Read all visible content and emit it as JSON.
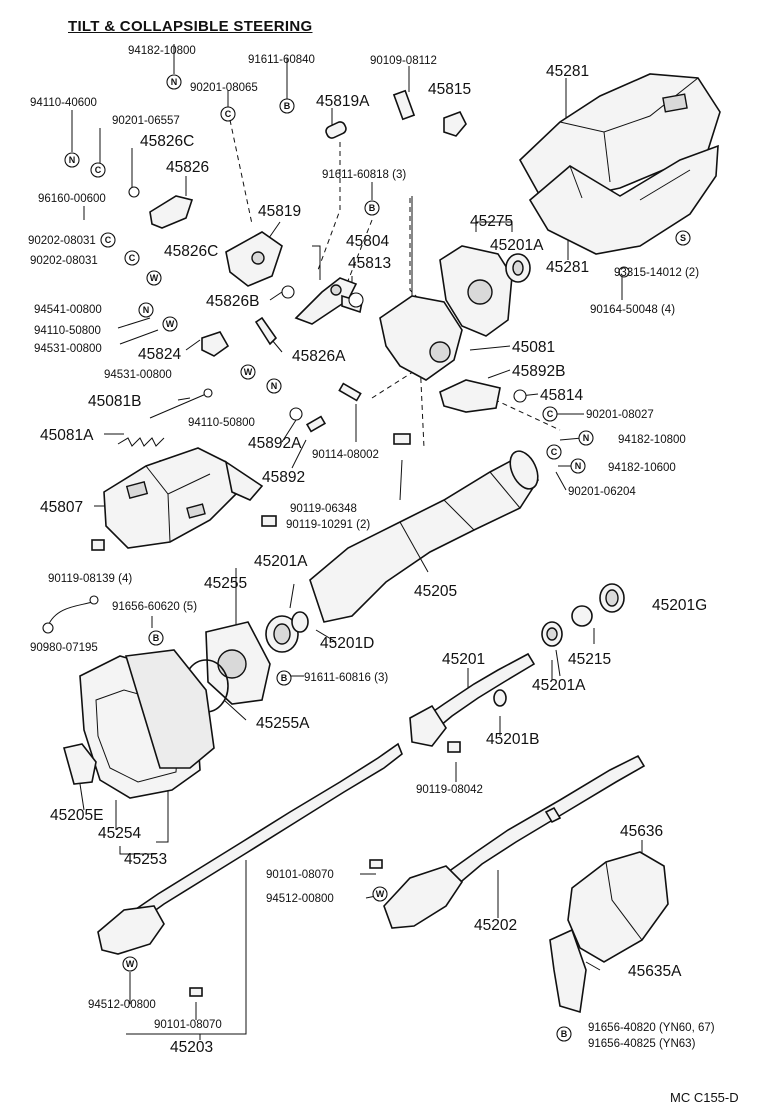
{
  "title": "TILT & COLLAPSIBLE STEERING",
  "footer": "MC C155-D",
  "labels": {
    "p94182_10800_a": "94182-10800",
    "p91611_60840": "91611-60840",
    "p90109_08112": "90109-08112",
    "p45815": "45815",
    "p45281_top": "45281",
    "p94110_40600": "94110-40600",
    "p90201_08065": "90201-08065",
    "p45819A": "45819A",
    "p90201_06557": "90201-06557",
    "p45826C_a": "45826C",
    "p45826": "45826",
    "p96160_00600": "96160-00600",
    "p91611_60818": "91611-60818 (3)",
    "p45819": "45819",
    "p45275": "45275",
    "p45201A_a": "45201A",
    "p90202_08031_a": "90202-08031",
    "p45826C_b": "45826C",
    "p45804": "45804",
    "p45281_bot": "45281",
    "p93315_14012": "93315-14012 (2)",
    "p90202_08031_b": "90202-08031",
    "p45813": "45813",
    "p94541_00800": "94541-00800",
    "p45826B": "45826B",
    "p90164_50048": "90164-50048 (4)",
    "p94110_50800_a": "94110-50800",
    "p94531_00800_a": "94531-00800",
    "p45081": "45081",
    "p45824": "45824",
    "p45826A": "45826A",
    "p45892B": "45892B",
    "p94531_00800_b": "94531-00800",
    "p45814": "45814",
    "p45081B": "45081B",
    "p94110_50800_b": "94110-50800",
    "p90201_08027": "90201-08027",
    "p45892A": "45892A",
    "p45081A": "45081A",
    "p94182_10800_b": "94182-10800",
    "p45892": "45892",
    "p90114_08002": "90114-08002",
    "p94182_10600": "94182-10600",
    "p90201_06204": "90201-06204",
    "p45807": "45807",
    "p90119_06348": "90119-06348",
    "p90119_10291": "90119-10291 (2)",
    "p45201A_b": "45201A",
    "p90119_08139": "90119-08139 (4)",
    "p45255": "45255",
    "p45205": "45205",
    "p91656_60620": "91656-60620 (5)",
    "p45201G": "45201G",
    "p90980_07195": "90980-07195",
    "p45201D": "45201D",
    "p45201": "45201",
    "p45215": "45215",
    "p91611_60816": "91611-60816 (3)",
    "p45201A_c": "45201A",
    "p45255A": "45255A",
    "p45201B": "45201B",
    "p90119_08042": "90119-08042",
    "p45205E": "45205E",
    "p45254": "45254",
    "p45253": "45253",
    "p45636": "45636",
    "p90101_08070_a": "90101-08070",
    "p94512_00800_a": "94512-00800",
    "p45202": "45202",
    "p45635A": "45635A",
    "p94512_00800_b": "94512-00800",
    "p90101_08070_b": "90101-08070",
    "p45203": "45203",
    "p91656_40820": "91656-40820 (YN60, 67)",
    "p91656_40825": "91656-40825 (YN63)"
  },
  "badges": {
    "n": "N",
    "b": "B",
    "c": "C",
    "s": "S",
    "w": "W"
  }
}
